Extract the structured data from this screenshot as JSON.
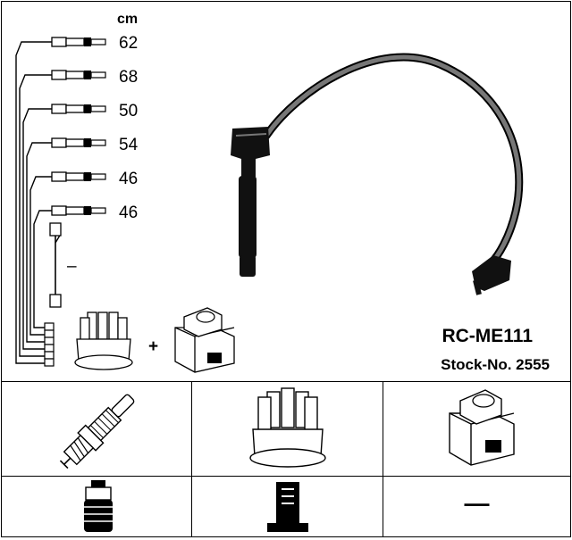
{
  "unit_label": "cm",
  "cable_lengths": [
    "62",
    "68",
    "50",
    "54",
    "46",
    "46"
  ],
  "missing_cable_mark": "–",
  "plus_sign": "+",
  "product": {
    "model": "RC-ME111",
    "stock_number": "Stock-No. 2555"
  },
  "components": [
    {
      "name": "spark-plug",
      "icon": "spark-plug-icon"
    },
    {
      "name": "distributor-cap",
      "icon": "distributor-cap-icon"
    },
    {
      "name": "ignition-coil",
      "icon": "ignition-coil-icon"
    }
  ],
  "connectors": [
    {
      "name": "plug-boot-connector",
      "icon": "boot-connector-icon"
    },
    {
      "name": "clip-connector",
      "icon": "clip-connector-icon"
    },
    {
      "name": "no-connector",
      "mark": "—"
    }
  ]
}
